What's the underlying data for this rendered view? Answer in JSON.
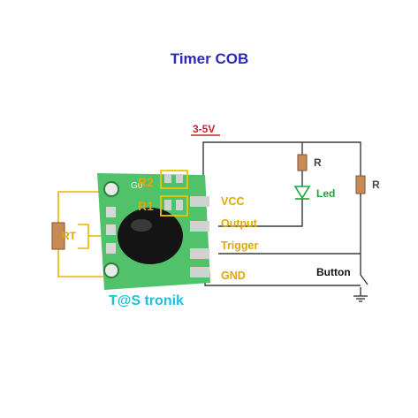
{
  "title": "Timer COB",
  "supply_label": "3-5V",
  "pins": {
    "vcc": "VCC",
    "output": "Output",
    "trigger": "Trigger",
    "gnd": "GND"
  },
  "components": {
    "rt": "RT",
    "r2": "R2",
    "r1": "R1",
    "led_resistor": "R",
    "led": "Led",
    "pullup_resistor": "R",
    "button": "Button"
  },
  "board_silk": "G0",
  "brand": "T@S tronik",
  "colors": {
    "title": "#2b2bb8",
    "supply": "#c0262c",
    "pin_label": "#e0a800",
    "wire_yellow": "#e6b800",
    "wire_dark": "#3a3a3a",
    "board": "#4fc26a",
    "resistor": "#c98a55",
    "led": "#18a538",
    "brand": "#20c0d8"
  }
}
